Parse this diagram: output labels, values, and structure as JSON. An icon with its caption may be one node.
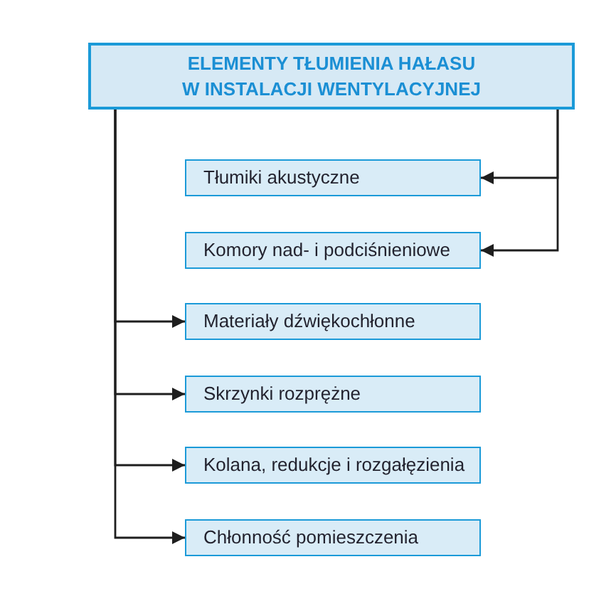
{
  "diagram": {
    "nodes": [
      {
        "text": [
          "ELEMENTY TŁUMIENIA HAŁASU W INSTALACJI WENTYLACYJNEJ"
        ]
      },
      {
        "text": [
          "Tłumiki akustyczne"
        ]
      },
      {
        "text": [
          "Komory nad- i podciśnieniowe"
        ]
      },
      {
        "text": [
          "Materiały dźwiękochłonne"
        ]
      },
      {
        "text": [
          "Skrzynki rozprężne"
        ]
      },
      {
        "text": [
          "Kolana, redukcje i rozgałęzienia"
        ]
      },
      {
        "text": [
          "Chłonność pomieszczenia"
        ]
      }
    ],
    "edges": [
      {
        "from": 0,
        "to": 1,
        "arrow": "to"
      },
      {
        "from": 0,
        "to": 2,
        "arrow": "to"
      },
      {
        "from": 0,
        "to": 3,
        "arrow": "to"
      },
      {
        "from": 0,
        "to": 4,
        "arrow": "to"
      },
      {
        "from": 0,
        "to": 5,
        "arrow": "to"
      },
      {
        "from": 0,
        "to": 6,
        "arrow": "to"
      }
    ]
  }
}
